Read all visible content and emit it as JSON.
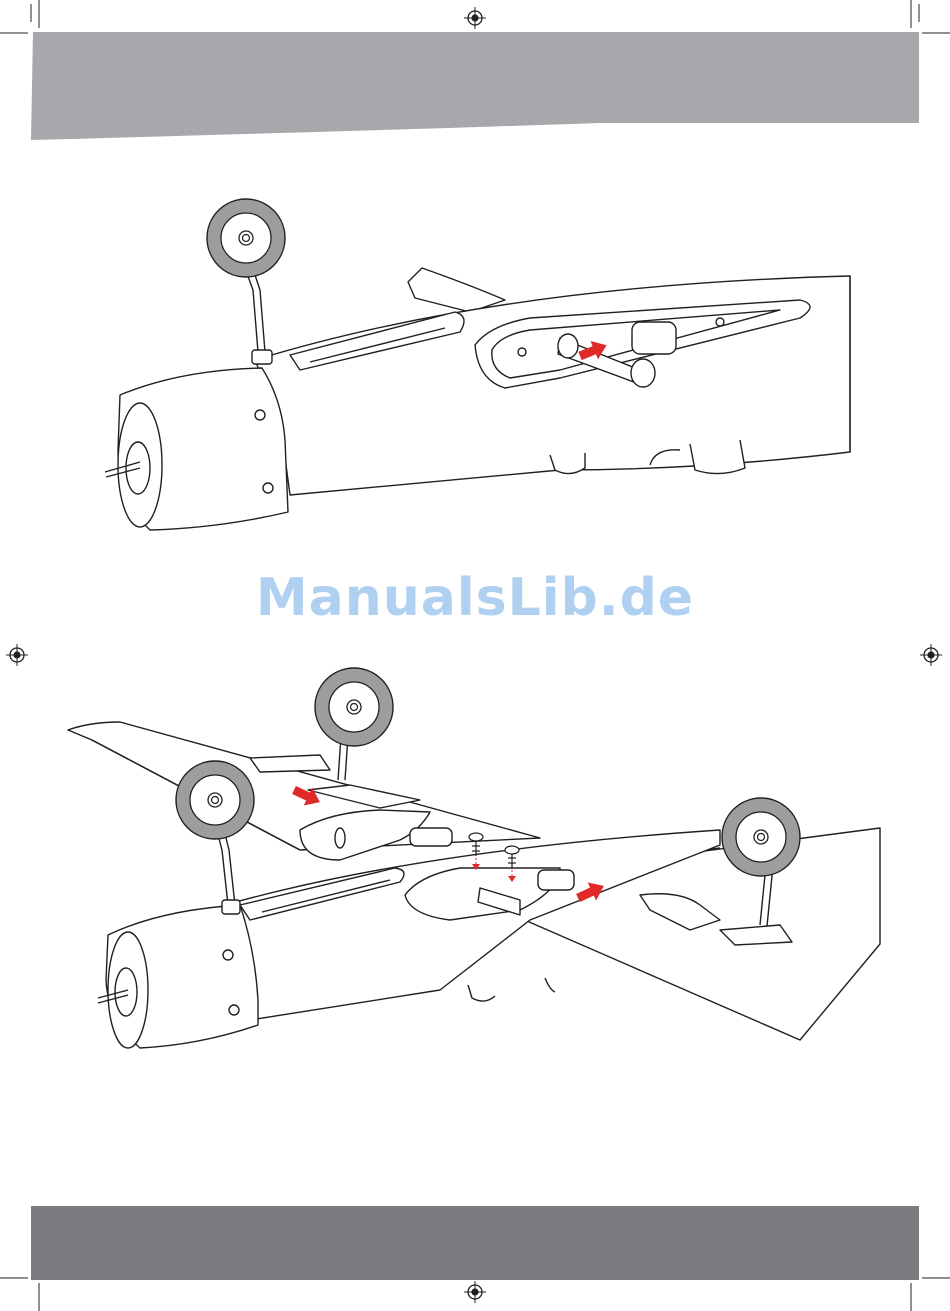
{
  "watermark": {
    "text": "ManualsLib.de"
  },
  "colors": {
    "header_band": "#a7a8ab",
    "footer_band": "#7b7c80",
    "arrow": "#e02a2a",
    "line": "#231f20",
    "tire": "#9d9d9f",
    "watermark": "#6eaae6"
  },
  "icons": [
    "registration-mark-icon",
    "crop-mark-icon",
    "arrow-icon",
    "screw-icon"
  ],
  "figures": [
    {
      "name": "figure-1-fuselage-landing-gear-wing-tube"
    },
    {
      "name": "figure-2-wing-attachment"
    }
  ]
}
